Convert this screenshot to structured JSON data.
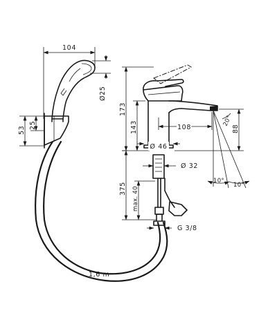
{
  "labels": {
    "width_104": "104",
    "diameter_25": "Ø25",
    "dim_53": "53",
    "dim_25": "25",
    "height_173": "173",
    "height_143": "143",
    "reach_108": "108",
    "height_88": "88",
    "angle_20": "20°",
    "diameter_46": "Ø 46",
    "diameter_32": "Ø 32",
    "hose_375": "375",
    "max_40": "max. 40",
    "thread_g38": "G 3/8",
    "angle_10_left": "10°",
    "angle_10_right": "10°",
    "hose_length": "1,6 m"
  }
}
